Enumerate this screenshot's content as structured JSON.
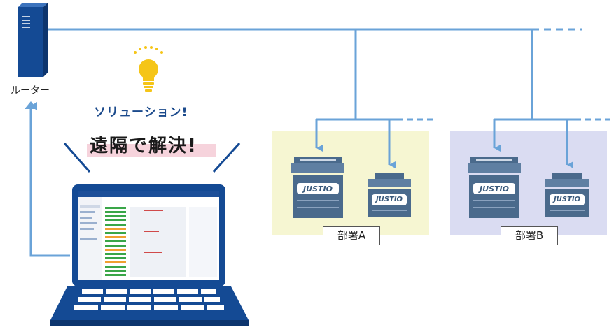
{
  "router": {
    "label": "ルーター"
  },
  "solution": {
    "label": "ソリューション!"
  },
  "headline": {
    "label": "遠隔で解決!"
  },
  "departments": [
    {
      "label": "部署A",
      "printers": [
        "JUSTIO",
        "JUSTIO"
      ]
    },
    {
      "label": "部署B",
      "printers": [
        "JUSTIO",
        "JUSTIO"
      ]
    }
  ],
  "colors": {
    "line": "#6aa3d8",
    "laptop": "#144a94",
    "deptA_bg": "#f6f6d2",
    "deptB_bg": "#dadcf2",
    "printer": "#4a6a8c",
    "bulb": "#f5c518"
  }
}
